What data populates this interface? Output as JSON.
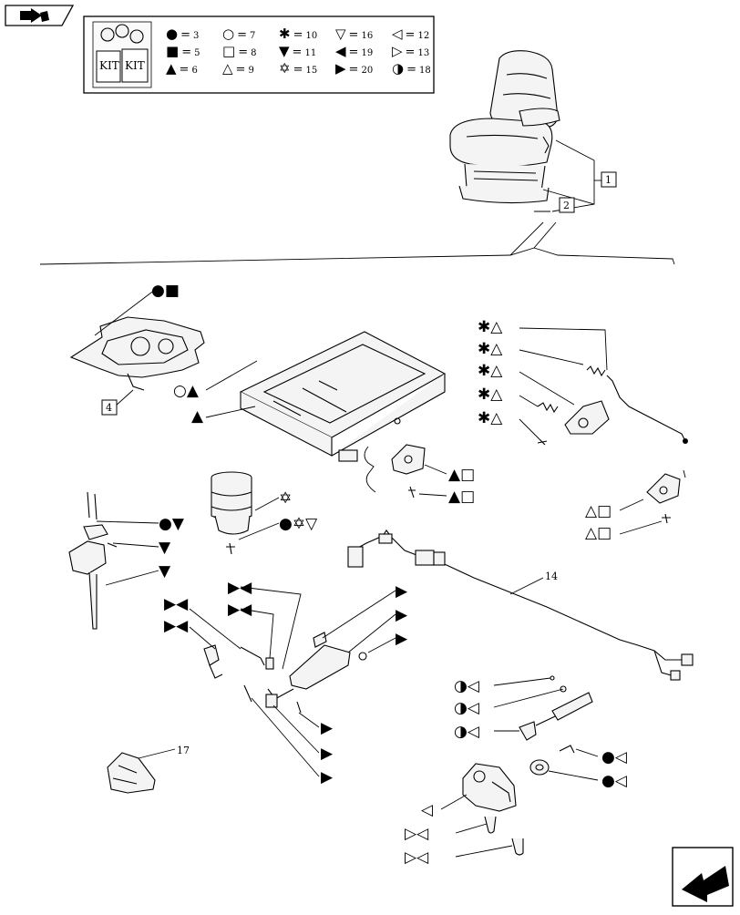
{
  "legend": {
    "kit_label": "KIT",
    "entries": [
      {
        "symbol": "●",
        "value": "3"
      },
      {
        "symbol": "○",
        "value": "7"
      },
      {
        "symbol": "✱",
        "value": "10"
      },
      {
        "symbol": "▽",
        "value": "16"
      },
      {
        "symbol": "◁",
        "value": "12"
      },
      {
        "symbol": "■",
        "value": "5"
      },
      {
        "symbol": "□",
        "value": "8"
      },
      {
        "symbol": "▼",
        "value": "11"
      },
      {
        "symbol": "◀",
        "value": "19"
      },
      {
        "symbol": "▷",
        "value": "13"
      },
      {
        "symbol": "▲",
        "value": "6"
      },
      {
        "symbol": "△",
        "value": "9"
      },
      {
        "symbol": "✡",
        "value": "15"
      },
      {
        "symbol": "▶",
        "value": "20"
      },
      {
        "symbol": "◑",
        "value": "18"
      }
    ]
  },
  "ref_boxes": {
    "ref1": "1",
    "ref2": "2",
    "ref4": "4"
  },
  "plain_refs": {
    "ref14": "14",
    "ref17": "17"
  },
  "callouts": {
    "c_frame_top": "●■",
    "c_frame_bolt1": "○▲",
    "c_frame_bolt2": "▲",
    "c_upper_1": "✱△",
    "c_upper_2": "✱△",
    "c_upper_3": "✱△",
    "c_upper_4": "✱△",
    "c_upper_5": "✱△",
    "c_bracket_1": "▲□",
    "c_bracket_2": "▲□",
    "c_right_1": "△□",
    "c_right_2": "△□",
    "c_spring_1": "✡",
    "c_spring_2": "●✡▽",
    "c_belt_1": "●▼",
    "c_belt_2": "▼",
    "c_belt_3": "▼",
    "c_pins_1": "▶◀",
    "c_pins_2": "▶◀",
    "c_pins_3": "▶◀",
    "c_pins_4": "▶◀",
    "c_cyl_1": "▶",
    "c_cyl_2": "▶",
    "c_cyl_3": "▶",
    "c_cyl_4": "▶",
    "c_cyl_5": "▶",
    "c_cyl_6": "▶",
    "c_gas_1": "◑◁",
    "c_gas_2": "◑◁",
    "c_gas_3": "◑◁",
    "c_bush_1": "●◁",
    "c_bush_2": "●◁",
    "c_valve_1": "◁",
    "c_valve_2": "▷◁",
    "c_valve_3": "▷◁"
  },
  "icons": {
    "top_left": "book-arrow-icon",
    "bottom_right": "next-arrow-icon"
  }
}
